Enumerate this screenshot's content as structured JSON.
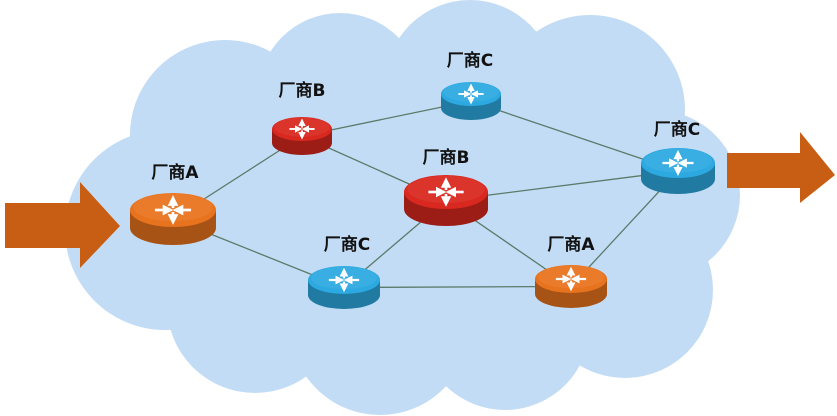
{
  "diagram": {
    "colors": {
      "cloud": "#c3dcf5",
      "vendor_a": "#e8731f",
      "vendor_b": "#d9281f",
      "vendor_c": "#2da9e1",
      "arrow": "#c85e14",
      "link": "#5a7a6a"
    },
    "routers": [
      {
        "id": "r1",
        "label": "厂商A",
        "vendor": "a"
      },
      {
        "id": "r2",
        "label": "厂商B",
        "vendor": "b"
      },
      {
        "id": "r3",
        "label": "厂商C",
        "vendor": "c"
      },
      {
        "id": "r4",
        "label": "厂商B",
        "vendor": "b"
      },
      {
        "id": "r5",
        "label": "厂商C",
        "vendor": "c"
      },
      {
        "id": "r6",
        "label": "厂商C",
        "vendor": "c"
      },
      {
        "id": "r7",
        "label": "厂商A",
        "vendor": "a"
      }
    ],
    "links": [
      [
        "r1",
        "r2"
      ],
      [
        "r1",
        "r5"
      ],
      [
        "r2",
        "r3"
      ],
      [
        "r2",
        "r4"
      ],
      [
        "r3",
        "r6"
      ],
      [
        "r4",
        "r6"
      ],
      [
        "r4",
        "r5"
      ],
      [
        "r4",
        "r7"
      ],
      [
        "r5",
        "r7"
      ],
      [
        "r7",
        "r6"
      ]
    ],
    "icons": {
      "router": "router-icon",
      "inbound_arrow": "inbound-arrow-icon",
      "outbound_arrow": "outbound-arrow-icon"
    }
  }
}
